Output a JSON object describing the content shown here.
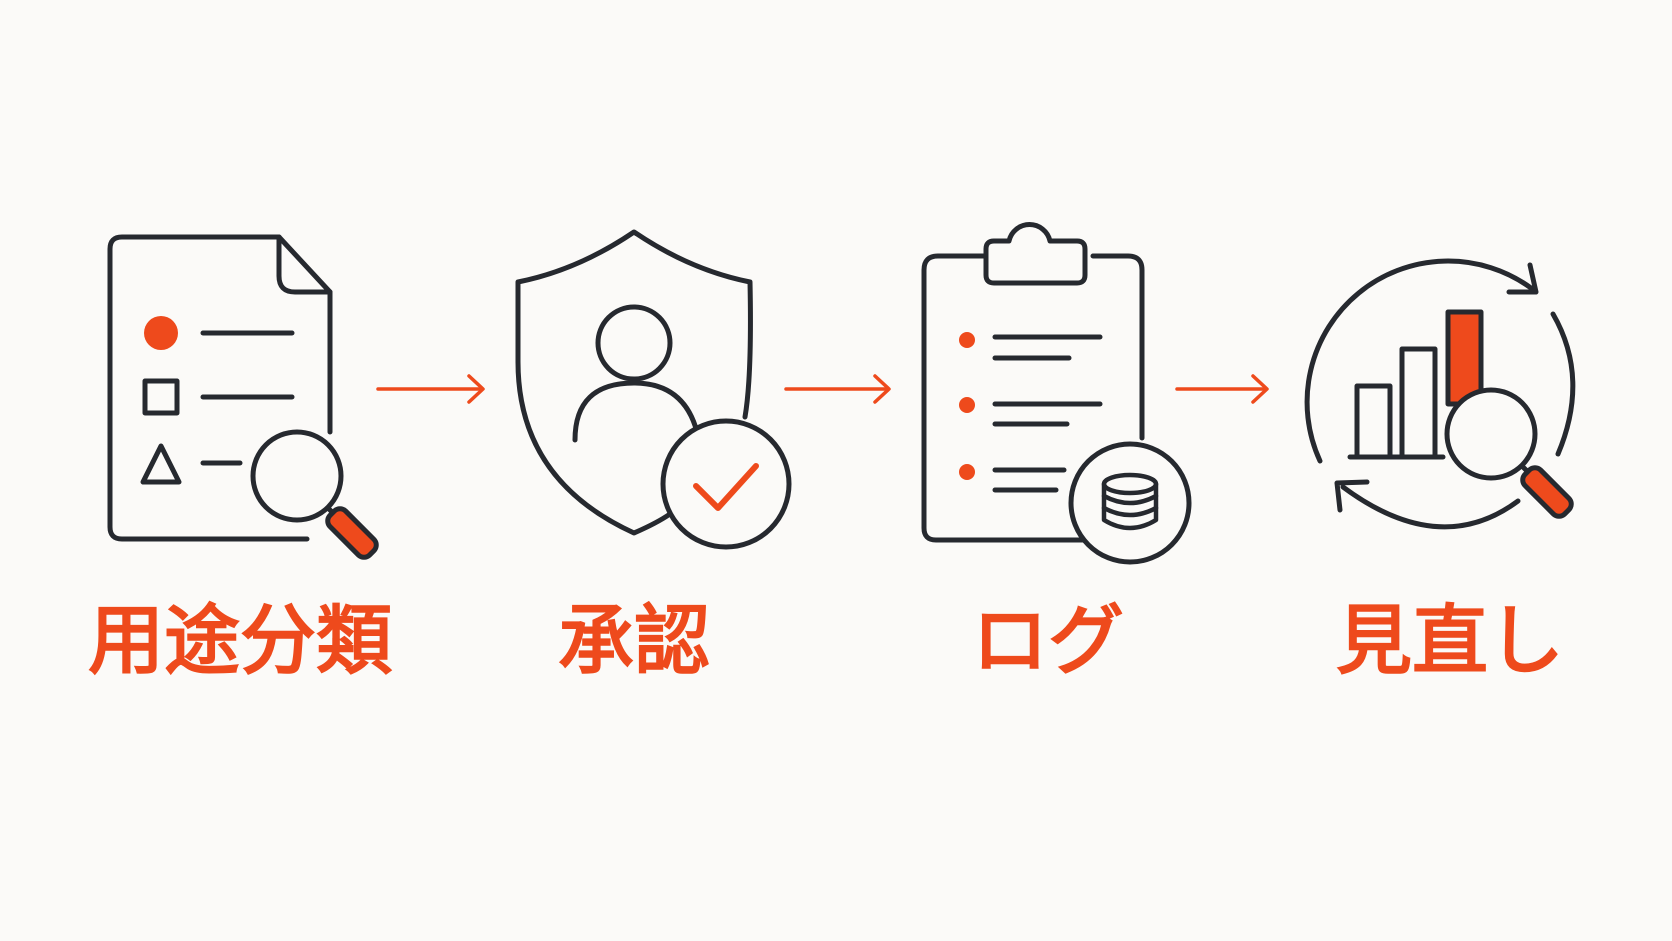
{
  "colors": {
    "background": "#fbfaf8",
    "ink": "#26292f",
    "accent": "#ee4a1c"
  },
  "flow": {
    "steps": [
      {
        "label": "用途分類",
        "icon": "document-classify-magnifier-icon"
      },
      {
        "label": "承認",
        "icon": "shield-user-check-icon"
      },
      {
        "label": "ログ",
        "icon": "clipboard-list-database-icon"
      },
      {
        "label": "見直し",
        "icon": "cycle-chart-magnifier-icon"
      }
    ],
    "connector_icon": "arrow-right-icon"
  }
}
